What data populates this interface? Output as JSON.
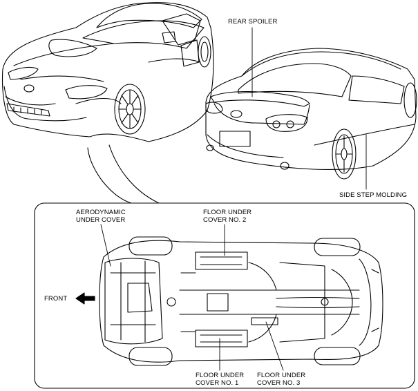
{
  "labels": {
    "rear_spoiler": "REAR SPOILER",
    "side_step_molding": "SIDE STEP MOLDING",
    "aerodynamic_under_cover": [
      "AERODYNAMIC",
      "UNDER COVER"
    ],
    "floor_under_cover_2": [
      "FLOOR UNDER",
      "COVER NO. 2"
    ],
    "floor_under_cover_1": [
      "FLOOR UNDER",
      "COVER NO. 1"
    ],
    "floor_under_cover_3": [
      "FLOOR UNDER",
      "COVER NO. 3"
    ],
    "front": "FRONT"
  },
  "colors": {
    "line": "#000000",
    "background": "#ffffff"
  }
}
